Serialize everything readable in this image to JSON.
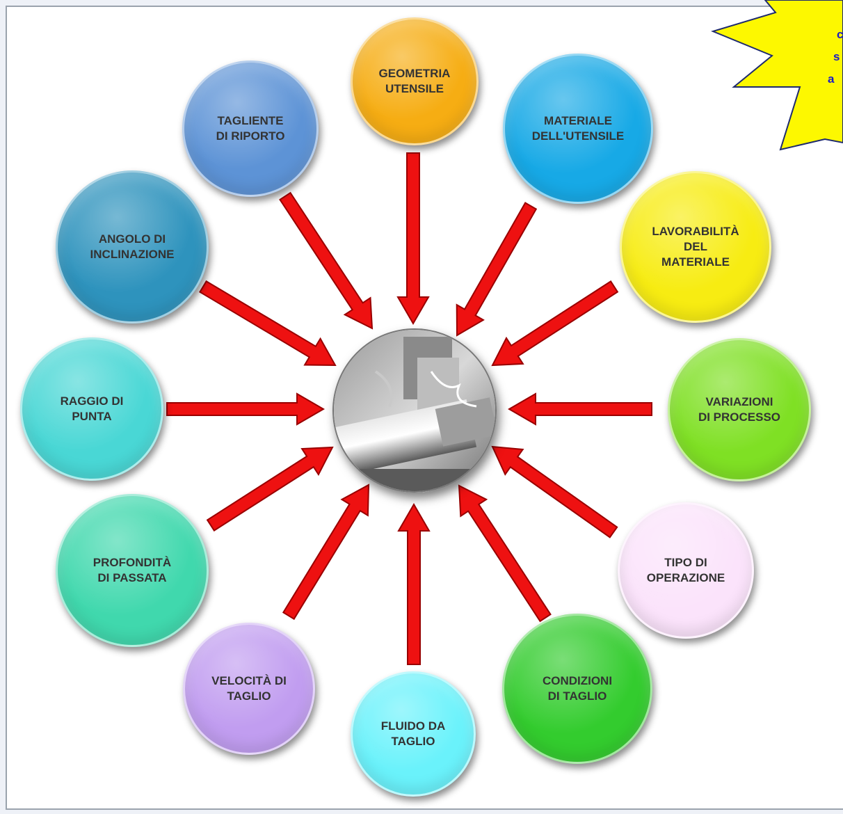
{
  "colors": {
    "arrow_fill": "#ee1111",
    "arrow_stroke": "#990000",
    "callout_fill": "#fdf800",
    "callout_text": "#1a1ac8"
  },
  "center": {
    "name": "machining-photo"
  },
  "callout": {
    "lines": [
      "c",
      "s",
      "a"
    ]
  },
  "nodes": [
    {
      "id": "geometria",
      "label": "GEOMETRIA\nUTENSILE",
      "color": "#f6ad13",
      "icon": "circle"
    },
    {
      "id": "materiale-utensile",
      "label": "MATERIALE\nDELL'UTENSILE",
      "color": "#17a9e6",
      "icon": "circle"
    },
    {
      "id": "lavorabilita",
      "label": "LAVORABILITÀ\nDEL\nMATERIALE",
      "color": "#f7ec12",
      "icon": "circle"
    },
    {
      "id": "variazioni",
      "label": "VARIAZIONI\nDI PROCESSO",
      "color": "#7fe024",
      "icon": "circle"
    },
    {
      "id": "tipo",
      "label": "TIPO DI\nOPERAZIONE",
      "color": "#fbe3fb",
      "icon": "circle"
    },
    {
      "id": "condizioni",
      "label": "CONDIZIONI\nDI TAGLIO",
      "color": "#33cc2e",
      "icon": "circle"
    },
    {
      "id": "fluido",
      "label": "FLUIDO DA\nTAGLIO",
      "color": "#6af2fb",
      "icon": "circle"
    },
    {
      "id": "velocita",
      "label": "VELOCITÀ DI\nTAGLIO",
      "color": "#c19df0",
      "icon": "circle"
    },
    {
      "id": "profondita",
      "label": "PROFONDITÀ\nDI PASSATA",
      "color": "#40d8ad",
      "icon": "circle"
    },
    {
      "id": "raggio",
      "label": "RAGGIO DI\nPUNTA",
      "color": "#49d7d5",
      "icon": "circle"
    },
    {
      "id": "angolo",
      "label": "ANGOLO DI\nINCLINAZIONE",
      "color": "#2e93bd",
      "icon": "circle"
    },
    {
      "id": "tagliente",
      "label": "TAGLIENTE\nDI RIPORTO",
      "color": "#5d93d6",
      "icon": "circle"
    }
  ]
}
